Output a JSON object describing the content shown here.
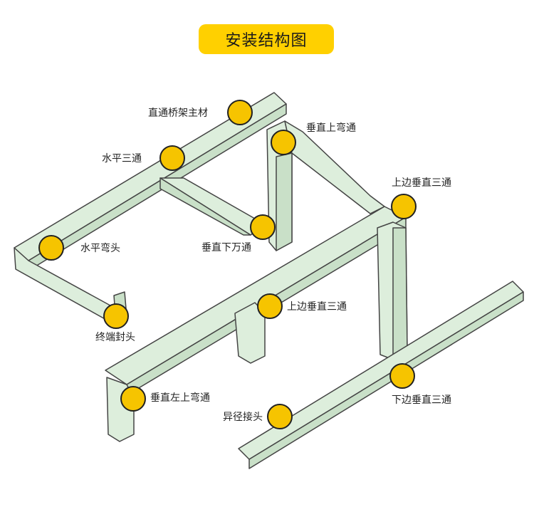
{
  "title": "安装结构图",
  "colors": {
    "accent": "#FFD000",
    "tray_fill": "#DDEEDC",
    "tray_side": "#C9E0C8",
    "tray_stroke": "#444444",
    "marker": "#F6C400"
  },
  "parts": [
    {
      "label": "直通桥架主材"
    },
    {
      "label": "垂直上弯通"
    },
    {
      "label": "水平三通"
    },
    {
      "label": "上边垂直三通"
    },
    {
      "label": "水平弯头"
    },
    {
      "label": "垂直下万通"
    },
    {
      "label": "上边垂直三通"
    },
    {
      "label": "终端封头"
    },
    {
      "label": "垂直左上弯通"
    },
    {
      "label": "下边垂直三通"
    },
    {
      "label": "异径接头"
    }
  ]
}
